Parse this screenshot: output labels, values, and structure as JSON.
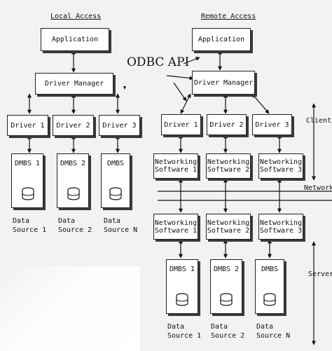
{
  "headers": {
    "local": "Local Access",
    "remote": "Remote Access"
  },
  "odbc_api": "ODBC API",
  "local": {
    "application": "Application",
    "driver_manager": "Driver Manager",
    "drivers": [
      "Driver 1",
      "Driver 2",
      "Driver 3"
    ],
    "dbms": [
      "DMBS 1",
      "DMBS 2",
      "DMBS"
    ],
    "data_sources": [
      "Data\nSource 1",
      "Data\nSource 2",
      "Data\nSource N"
    ]
  },
  "remote": {
    "application": "Application",
    "driver_manager": "Driver Manager",
    "drivers": [
      "Driver 1",
      "Driver 2",
      "Driver 3"
    ],
    "client_networking": [
      "Networking\nSoftware 1",
      "Networking\nSoftware 2",
      "Networking\nSoftware 3"
    ],
    "server_networking": [
      "Networking\nSoftware 1",
      "Networking\nSoftware 2",
      "Networking\nSoftware 3"
    ],
    "dbms": [
      "DMBS 1",
      "DMBS 2",
      "DMBS"
    ],
    "data_sources": [
      "Data\nSource 1",
      "Data\nSource 2",
      "Data\nSource N"
    ]
  },
  "side_labels": {
    "client": "Client",
    "network": "Network",
    "server": "Server"
  }
}
